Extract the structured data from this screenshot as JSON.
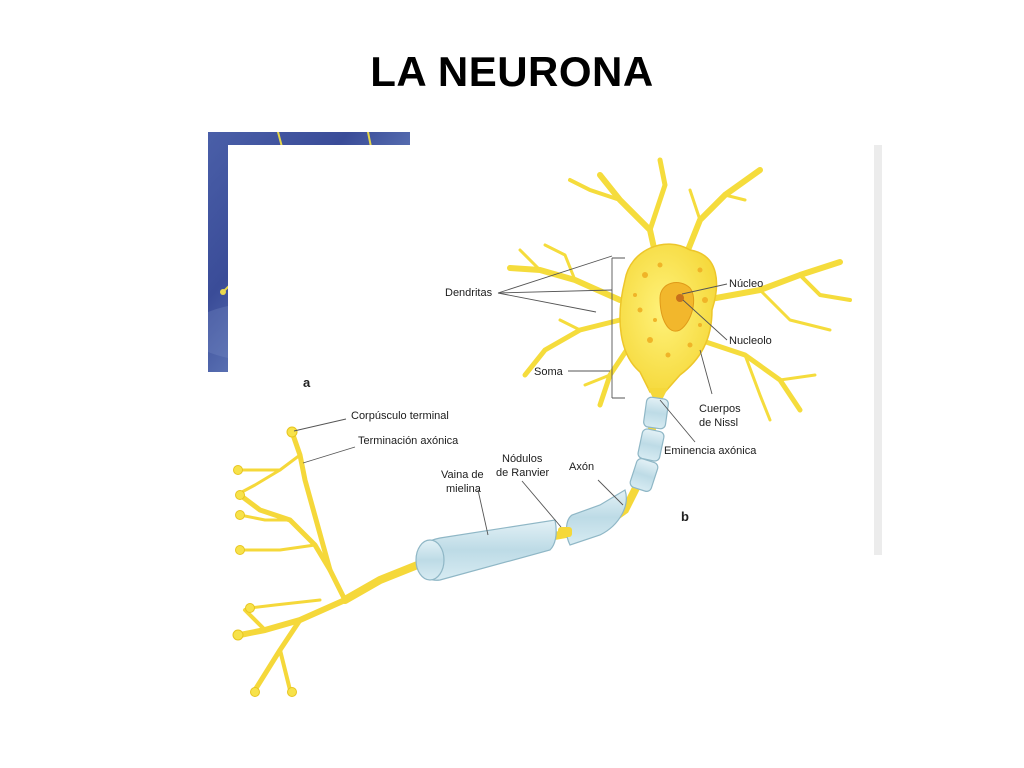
{
  "slide": {
    "title": "LA NEURONA"
  },
  "figure_a": {
    "panel_label": "a"
  },
  "figure_b": {
    "panel_label": "b",
    "labels": {
      "dendritas": "Dendritas",
      "soma": "Soma",
      "nucleo": "Núcleo",
      "nucleolo": "Nucleolo",
      "cuerpos_nissl": [
        "Cuerpos",
        "de Nissl"
      ],
      "eminencia_axonica": "Eminencia axónica",
      "axon": "Axón",
      "nodulos_ranvier": [
        "Nódulos",
        "de Ranvier"
      ],
      "vaina_mielina": [
        "Vaina de",
        "mielina"
      ],
      "corpusculo_terminal": "Corpúsculo terminal",
      "terminacion_axonica": "Terminación axónica"
    }
  },
  "colors": {
    "neuron_yellow": "#f7e24a",
    "neuron_edge": "#e8c520",
    "nucleus_orange": "#f0b428",
    "myelin_blue": "#c6e2ec",
    "myelin_edge": "#8fb7c6",
    "photo_bg": "#3c4f99"
  }
}
